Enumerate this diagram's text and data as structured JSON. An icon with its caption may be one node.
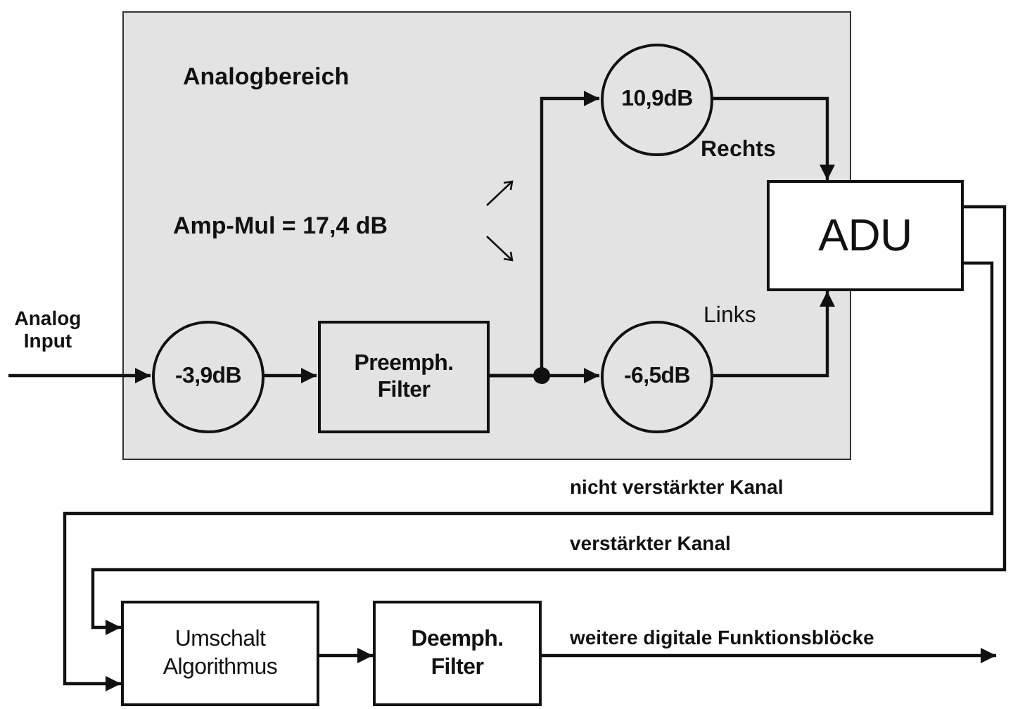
{
  "diagram": {
    "nodes": [
      {
        "text": [
          "Analogbereich"
        ]
      },
      {
        "text": [
          "-3,9dB"
        ],
        "in": 0
      },
      {
        "text": [
          "Preemph. Filter"
        ],
        "in": 0
      },
      {
        "text": [
          "10,9dB"
        ],
        "in": 0
      },
      {
        "text": [
          "-6,5dB"
        ],
        "in": 0
      },
      {
        "text": [
          "ADU"
        ]
      },
      {
        "text": [
          "Umschalt Algorithmus"
        ]
      },
      {
        "text": [
          "Deemph. Filter"
        ]
      }
    ],
    "edges": [
      {
        "from": null,
        "to": 1,
        "arrow": "to",
        "label": "Analog Input"
      },
      {
        "from": 1,
        "to": 2,
        "arrow": "to"
      },
      {
        "from": 2,
        "to": 3,
        "arrow": "to"
      },
      {
        "from": 2,
        "to": 4,
        "arrow": "to"
      },
      {
        "from": 3,
        "to": 5,
        "arrow": "to",
        "label": "Rechts"
      },
      {
        "from": 4,
        "to": 5,
        "arrow": "to",
        "label": "Links"
      },
      {
        "from": 5,
        "to": 6,
        "arrow": "to",
        "label": "nicht verstärkter Kanal"
      },
      {
        "from": 5,
        "to": 6,
        "arrow": "to",
        "label": "verstärkter Kanal"
      },
      {
        "from": 6,
        "to": 7,
        "arrow": "to"
      },
      {
        "from": 7,
        "to": null,
        "arrow": "to",
        "label": "weitere digitale Funktionsblöcke"
      }
    ],
    "labels": [
      "Amp-Mul = 17,4 dB"
    ]
  }
}
